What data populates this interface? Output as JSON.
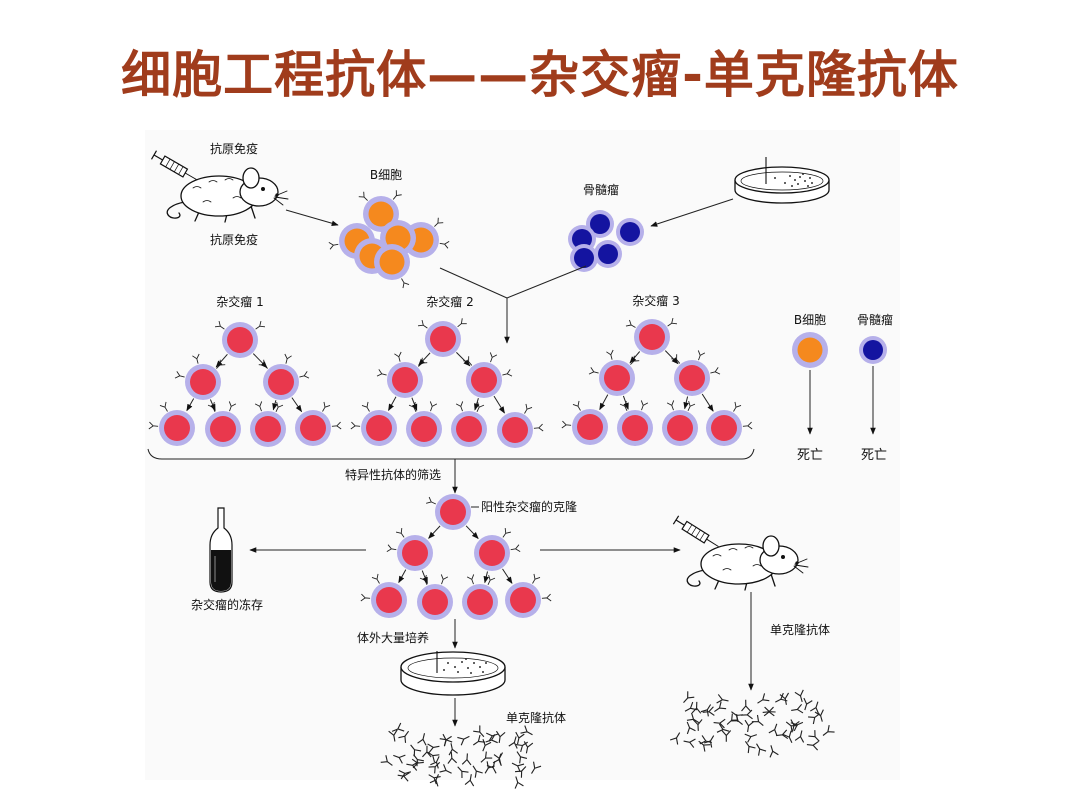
{
  "slide": {
    "title": "细胞工程抗体——杂交瘤-单克隆抗体"
  },
  "diagram": {
    "immunization_top": "抗原免疫",
    "immunization_bottom": "抗原免疫",
    "b_cells_label": "B细胞",
    "myeloma_label": "骨髓瘤",
    "hybridoma_labels": [
      "杂交瘤 1",
      "杂交瘤 2",
      "杂交瘤 3"
    ],
    "legend": {
      "b_cell": "B细胞",
      "myeloma": "骨髓瘤",
      "b_cell_fate": "死亡",
      "myeloma_fate": "死亡"
    },
    "screening": "特异性抗体的筛选",
    "positive_clone": "阳性杂交瘤的克隆",
    "cryopreservation": "杂交瘤的冻存",
    "in_vitro_culture": "体外大量培养",
    "monoclonal_antibody_in_vivo": "单克隆抗体",
    "monoclonal_antibody_in_vitro": "单克隆抗体"
  },
  "colors": {
    "title": "#a03c1c",
    "b_cell": "#f5891e",
    "myeloma": "#1414a0",
    "hybridoma": "#e9384d",
    "cell_halo": "#b6b0ea"
  },
  "icons": [
    "mouse-icon",
    "syringe-icon",
    "petri-dish-icon",
    "vial-icon",
    "antibody-icon"
  ]
}
